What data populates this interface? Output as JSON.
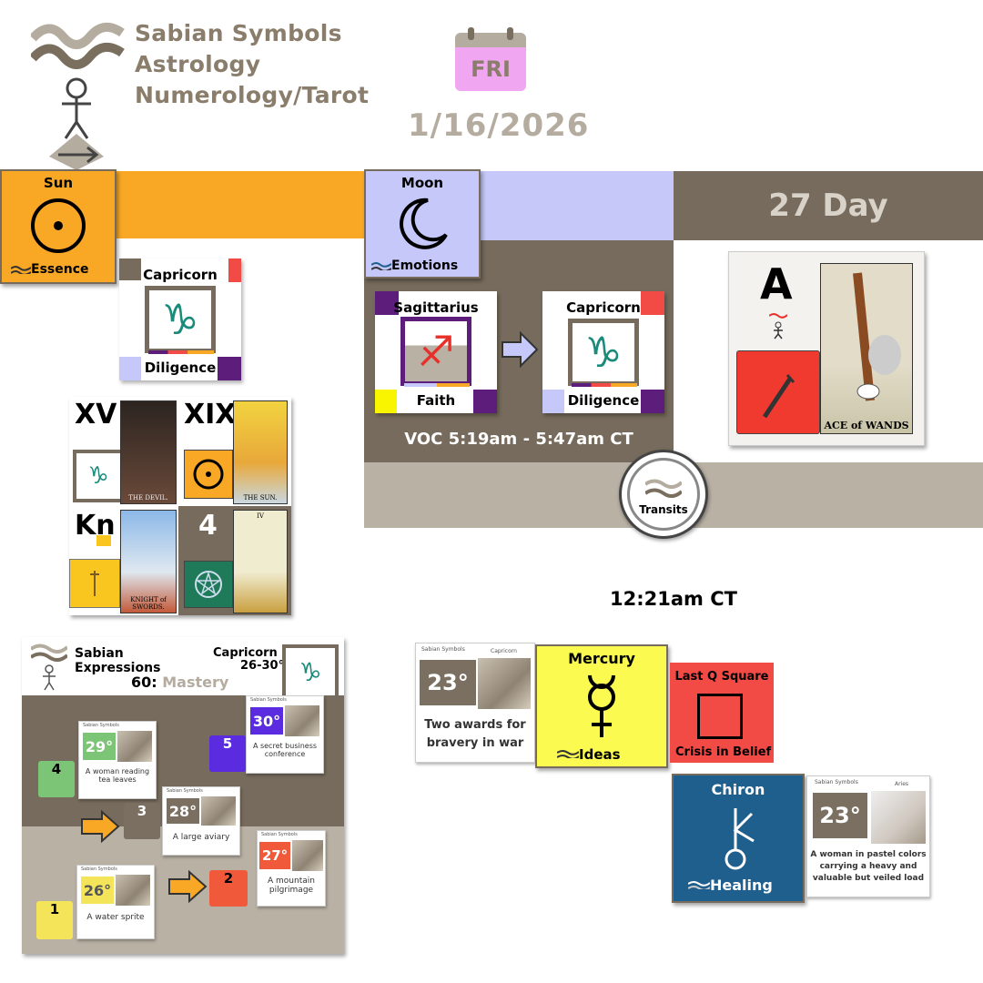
{
  "header": {
    "title_lines": [
      "Sabian Symbols",
      "Astrology",
      "Numerology/Tarot"
    ],
    "weekday": "FRI",
    "date": "1/16/2026"
  },
  "sun": {
    "label": "Sun",
    "glyph": "☉",
    "keyword": "Essence",
    "color": "#f9a825",
    "sign": {
      "name": "Capricorn",
      "glyph": "♑",
      "keyword": "Diligence"
    }
  },
  "moon": {
    "label": "Moon",
    "glyph": "☽",
    "keyword": "Emotions",
    "color": "#c5c8f8",
    "from_sign": {
      "name": "Sagittarius",
      "glyph": "♐",
      "keyword": "Faith"
    },
    "to_sign": {
      "name": "Capricorn",
      "glyph": "♑",
      "keyword": "Diligence"
    },
    "voc": "VOC 5:19am - 5:47am CT"
  },
  "day": {
    "label": "27 Day",
    "letter": "A",
    "tarot_caption": "ACE of WANDS"
  },
  "tarot_grid": [
    {
      "numeral": "XV",
      "caption": "THE DEVIL."
    },
    {
      "numeral": "XIX",
      "caption": "THE SUN."
    },
    {
      "numeral": "Kn",
      "caption": "KNIGHT of SWORDS."
    },
    {
      "numeral": "4",
      "caption": "IV"
    }
  ],
  "transits": {
    "label": "Transits",
    "time": "12:21am CT"
  },
  "expressions": {
    "title_lines": [
      "Sabian",
      "Expressions"
    ],
    "sign": "Capricorn",
    "range": "26-30°",
    "theme_num": "60:",
    "theme_word": "Mastery",
    "cards": [
      {
        "deg": "29°",
        "text": "A woman reading tea leaves",
        "num": "4",
        "sign": "Capricorn",
        "color": "#7cc576"
      },
      {
        "deg": "30°",
        "text": "A secret business conference",
        "num": "5",
        "sign": "Capricorn",
        "color": "#5b2be0"
      },
      {
        "deg": "28°",
        "text": "A large aviary",
        "num": "3",
        "sign": "Capricorn",
        "color": "#7a6f60"
      },
      {
        "deg": "27°",
        "text": "A mountain pilgrimage",
        "num": "2",
        "sign": "Capricorn",
        "color": "#f05a3a"
      },
      {
        "deg": "26°",
        "text": "A water sprite",
        "num": "1",
        "sign": "Capricorn",
        "color": "#f3e45a"
      }
    ],
    "card_header": "Sabian Symbols"
  },
  "transit_cards": {
    "mercury_sabian": {
      "deg": "23°",
      "text": "Two awards for bravery in war",
      "header": "Sabian Symbols",
      "sign": "Capricorn"
    },
    "mercury": {
      "label": "Mercury",
      "glyph": "☿",
      "keyword": "Ideas",
      "color": "#fafa50"
    },
    "aspect": {
      "label": "Last Q Square",
      "keyword": "Crisis in Belief",
      "color": "#f24a45"
    },
    "chiron": {
      "label": "Chiron",
      "glyph": "⚷",
      "keyword": "Healing",
      "color": "#1e5f8e"
    },
    "chiron_sabian": {
      "deg": "23°",
      "text": "A woman in pastel colors carrying a heavy and valuable but veiled load",
      "header": "Sabian Symbols",
      "sign": "Aries"
    }
  }
}
